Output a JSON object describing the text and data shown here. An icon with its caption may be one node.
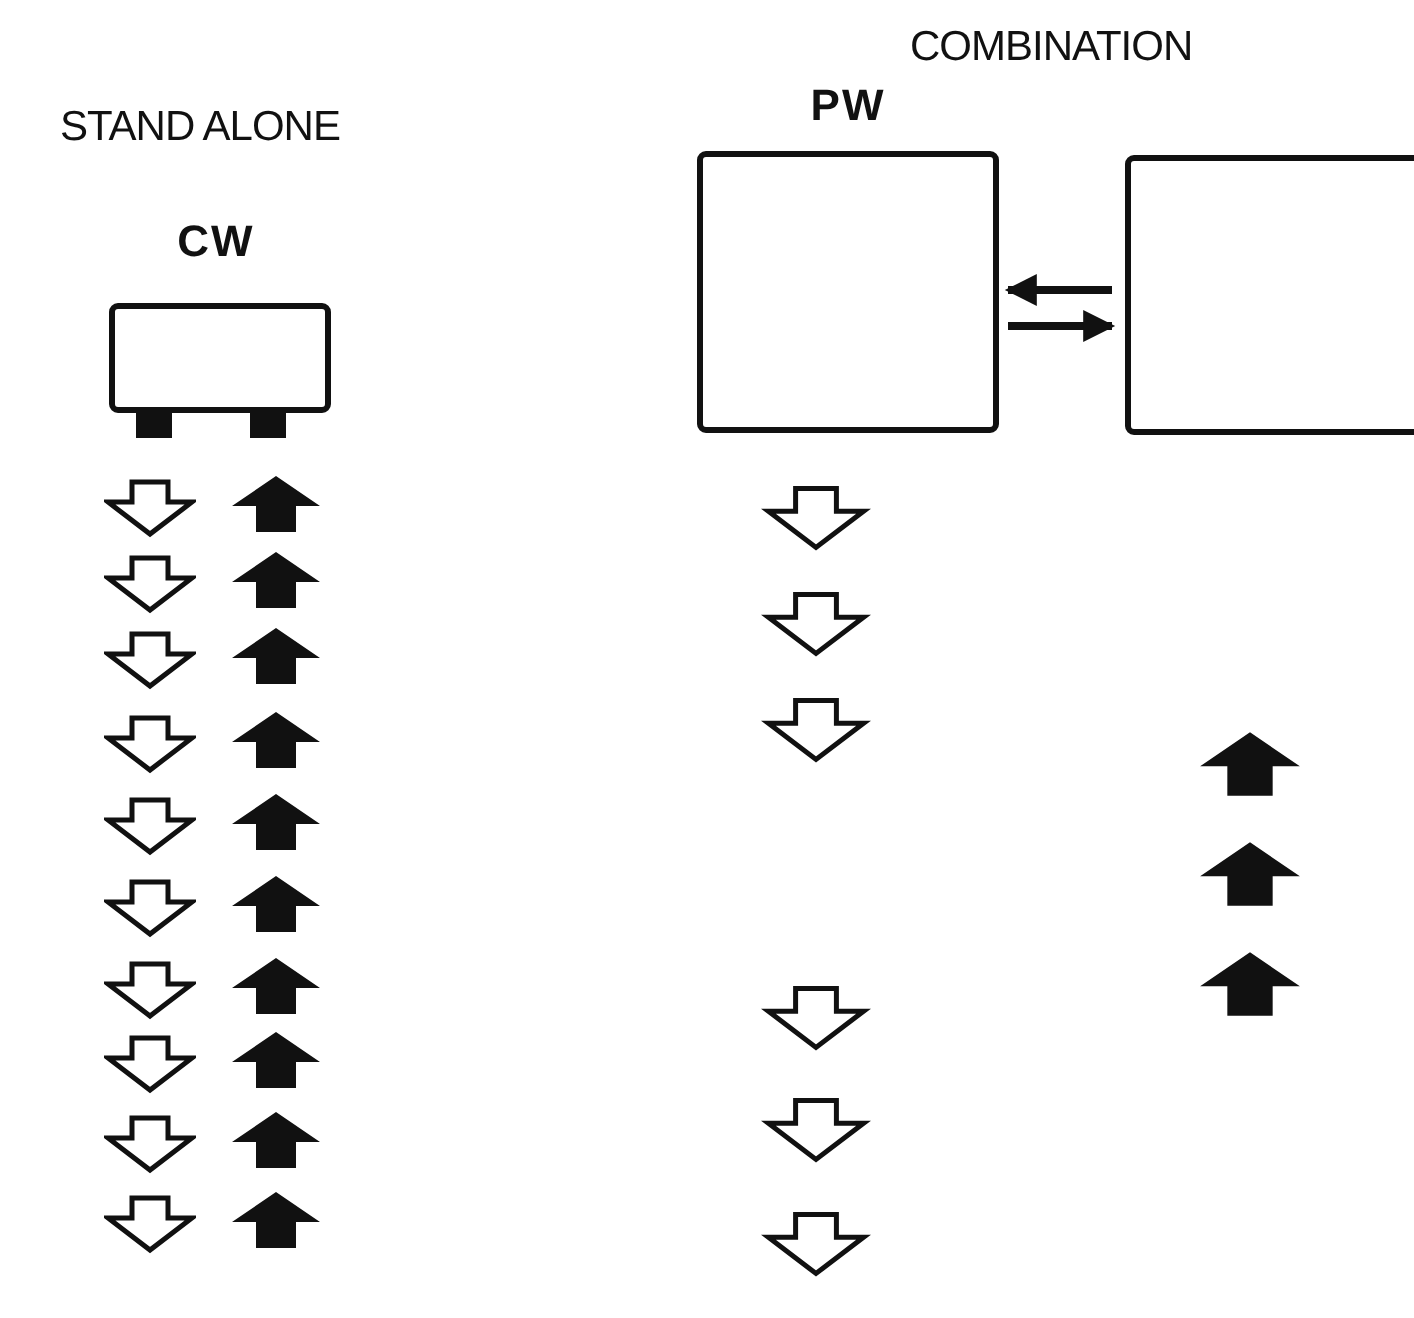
{
  "diagram": {
    "nodes": [
      {
        "text": [
          "CW"
        ]
      },
      {
        "text": [
          "PW"
        ]
      },
      {
        "text": [],
        "shape": "box"
      }
    ],
    "edges": [
      {
        "from": 2,
        "to": 1,
        "arrow": "to"
      },
      {
        "from": 1,
        "to": 2,
        "arrow": "to"
      }
    ],
    "labels": [
      "STAND ALONE",
      "COMBINATION"
    ]
  }
}
